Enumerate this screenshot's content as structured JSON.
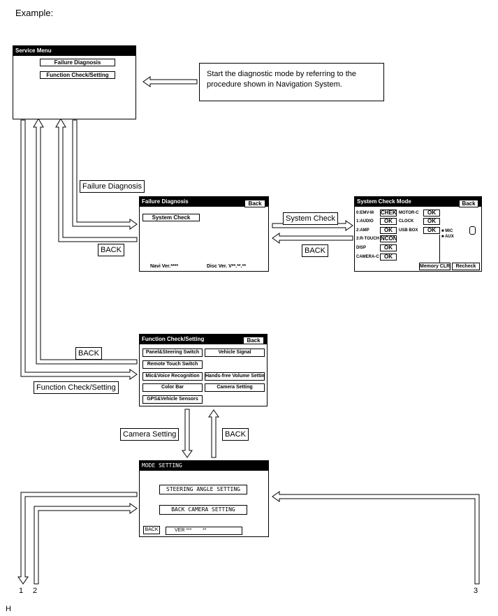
{
  "example_label": "Example:",
  "footer_letter": "H",
  "callout_text": "Start the diagnostic mode by referring to the procedure shown in Navigation System.",
  "service_menu": {
    "title": "Service Menu",
    "buttons": [
      "Failure Diagnosis",
      "Function Check/Setting"
    ]
  },
  "failure_diagnosis": {
    "title": "Failure Diagnosis",
    "back": "Back",
    "system_check_button": "System Check",
    "navi_ver": "Navi Ver.****",
    "disc_ver": "Disc Ver.  V**.**.**"
  },
  "system_check_mode": {
    "title": "System Check Mode",
    "back": "Back",
    "left_rows": [
      {
        "label": "0:EMV-M",
        "value": "CHEK"
      },
      {
        "label": "1:AUDIO",
        "value": "OK"
      },
      {
        "label": "2:AMP",
        "value": "OK"
      },
      {
        "label": "3:R-TOUCH",
        "value": "NCON"
      },
      {
        "label": "DISP",
        "value": "OK"
      },
      {
        "label": "CAMERA-C",
        "value": "OK"
      }
    ],
    "right_rows": [
      {
        "label": "MOTOR-C",
        "value": "OK"
      },
      {
        "label": "CLOCK",
        "value": "OK"
      },
      {
        "label": "USB BOX",
        "value": "OK"
      }
    ],
    "mic": "MIC",
    "aux": "AUX",
    "memory_clr": "Memory CLR",
    "recheck": "Recheck"
  },
  "function_check": {
    "title": "Function Check/Setting",
    "back": "Back",
    "buttons": [
      "Panel&Steering Switch",
      "Vehicle Signal",
      "Remote Touch Switch",
      "",
      "Mic&Voice Recognition",
      "Hands-free Volume Setting",
      "Color Bar",
      "Camera Setting",
      "GPS&Vehicle Sensors"
    ]
  },
  "mode_setting": {
    "title": "MODE SETTING",
    "steering": "STEERING ANGLE SETTING",
    "back_camera": "BACK CAMERA SETTING",
    "back": "BACK",
    "ver": "VER ***        **"
  },
  "labels": {
    "failure_diagnosis": "Failure Diagnosis",
    "back1": "BACK",
    "system_check": "System Check",
    "back2": "BACK",
    "back3": "BACK",
    "function_check": "Function Check/Setting",
    "camera_setting": "Camera Setting",
    "back4": "BACK"
  },
  "outputs": [
    "1",
    "2",
    "3"
  ]
}
